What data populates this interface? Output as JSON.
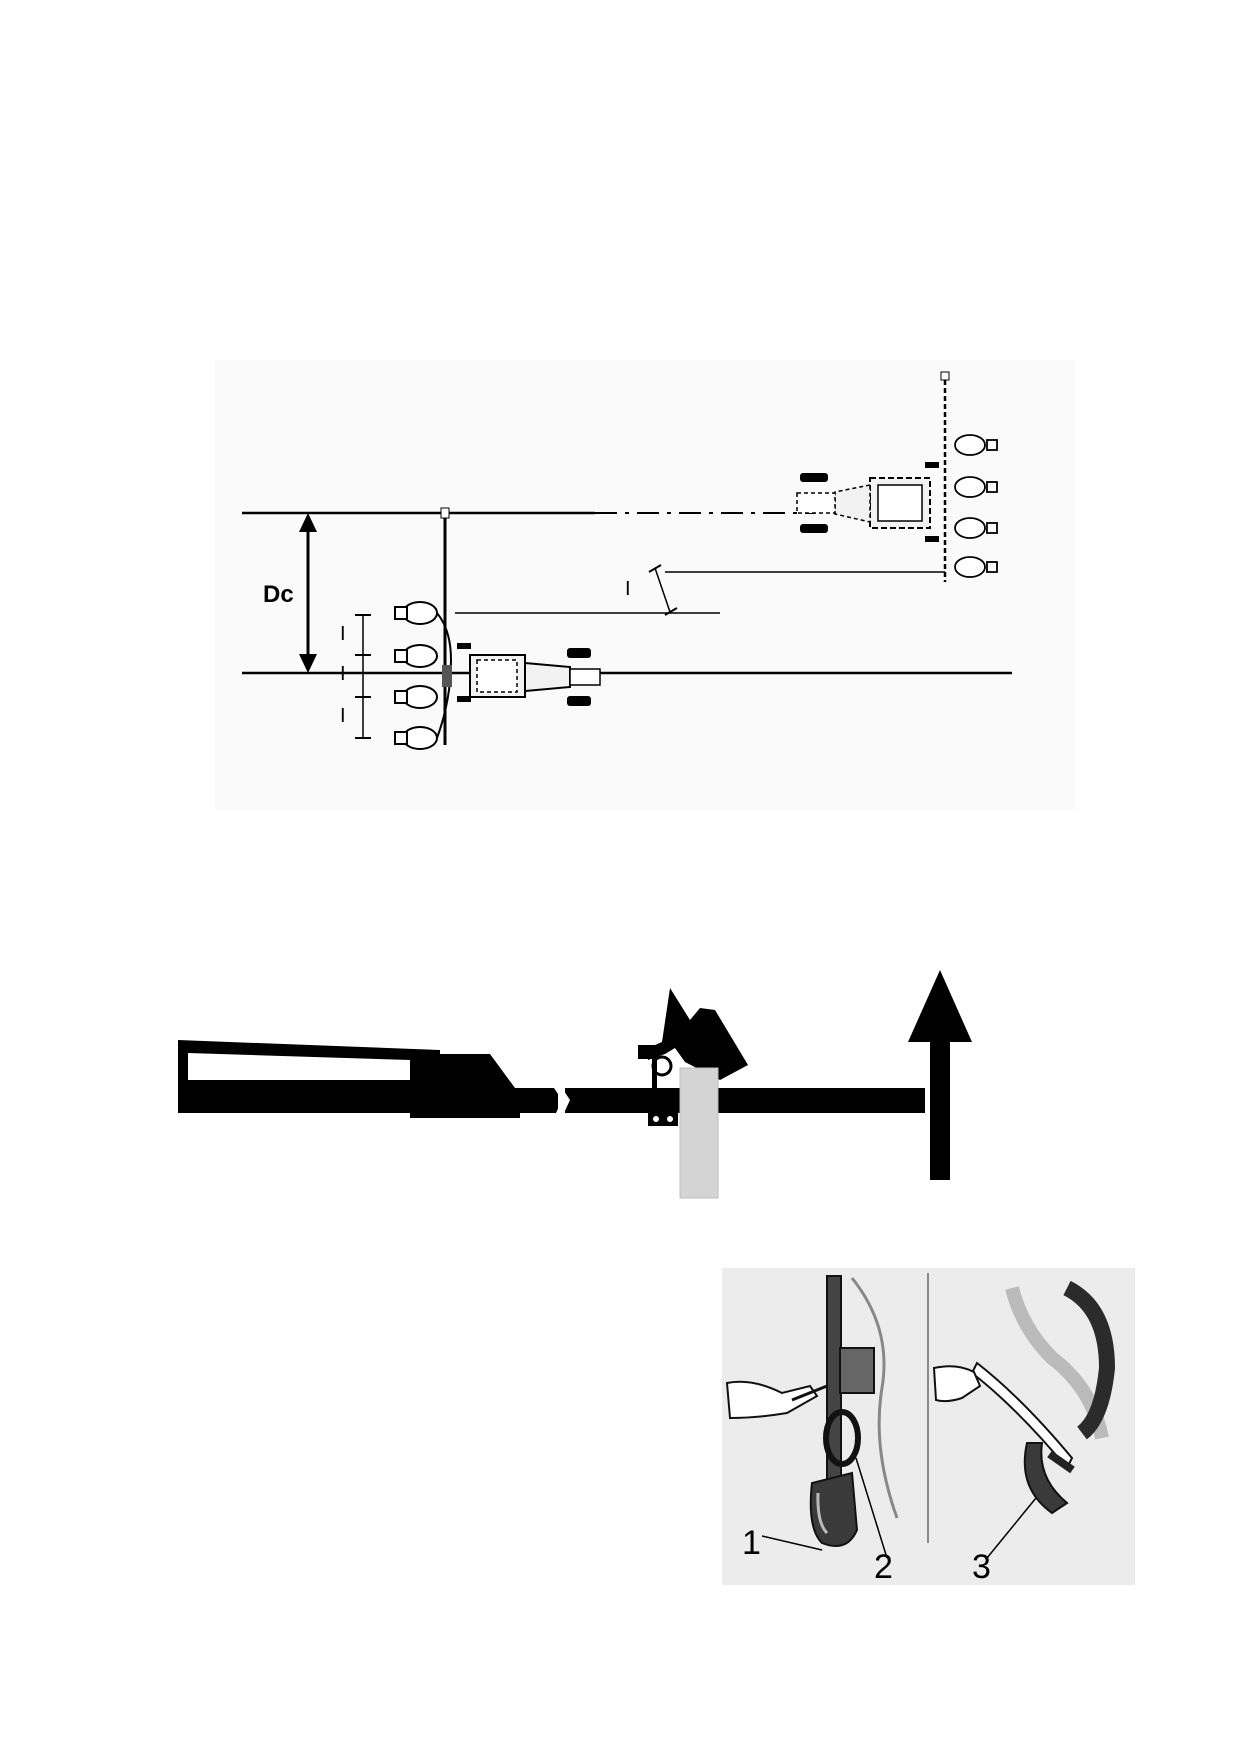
{
  "figure1": {
    "label_dc": "Dc",
    "spacing_labels": [
      "I",
      "I",
      "I",
      "I"
    ]
  },
  "figure3": {
    "callouts": [
      "1",
      "2",
      "3"
    ]
  },
  "colors": {
    "ink": "#000000",
    "photo_bg": "#ececec",
    "tractor_fill": "#f2f2f2",
    "shade": "#d4d4d4"
  },
  "icons": {
    "direction_arrow": "arrow-up-icon"
  }
}
